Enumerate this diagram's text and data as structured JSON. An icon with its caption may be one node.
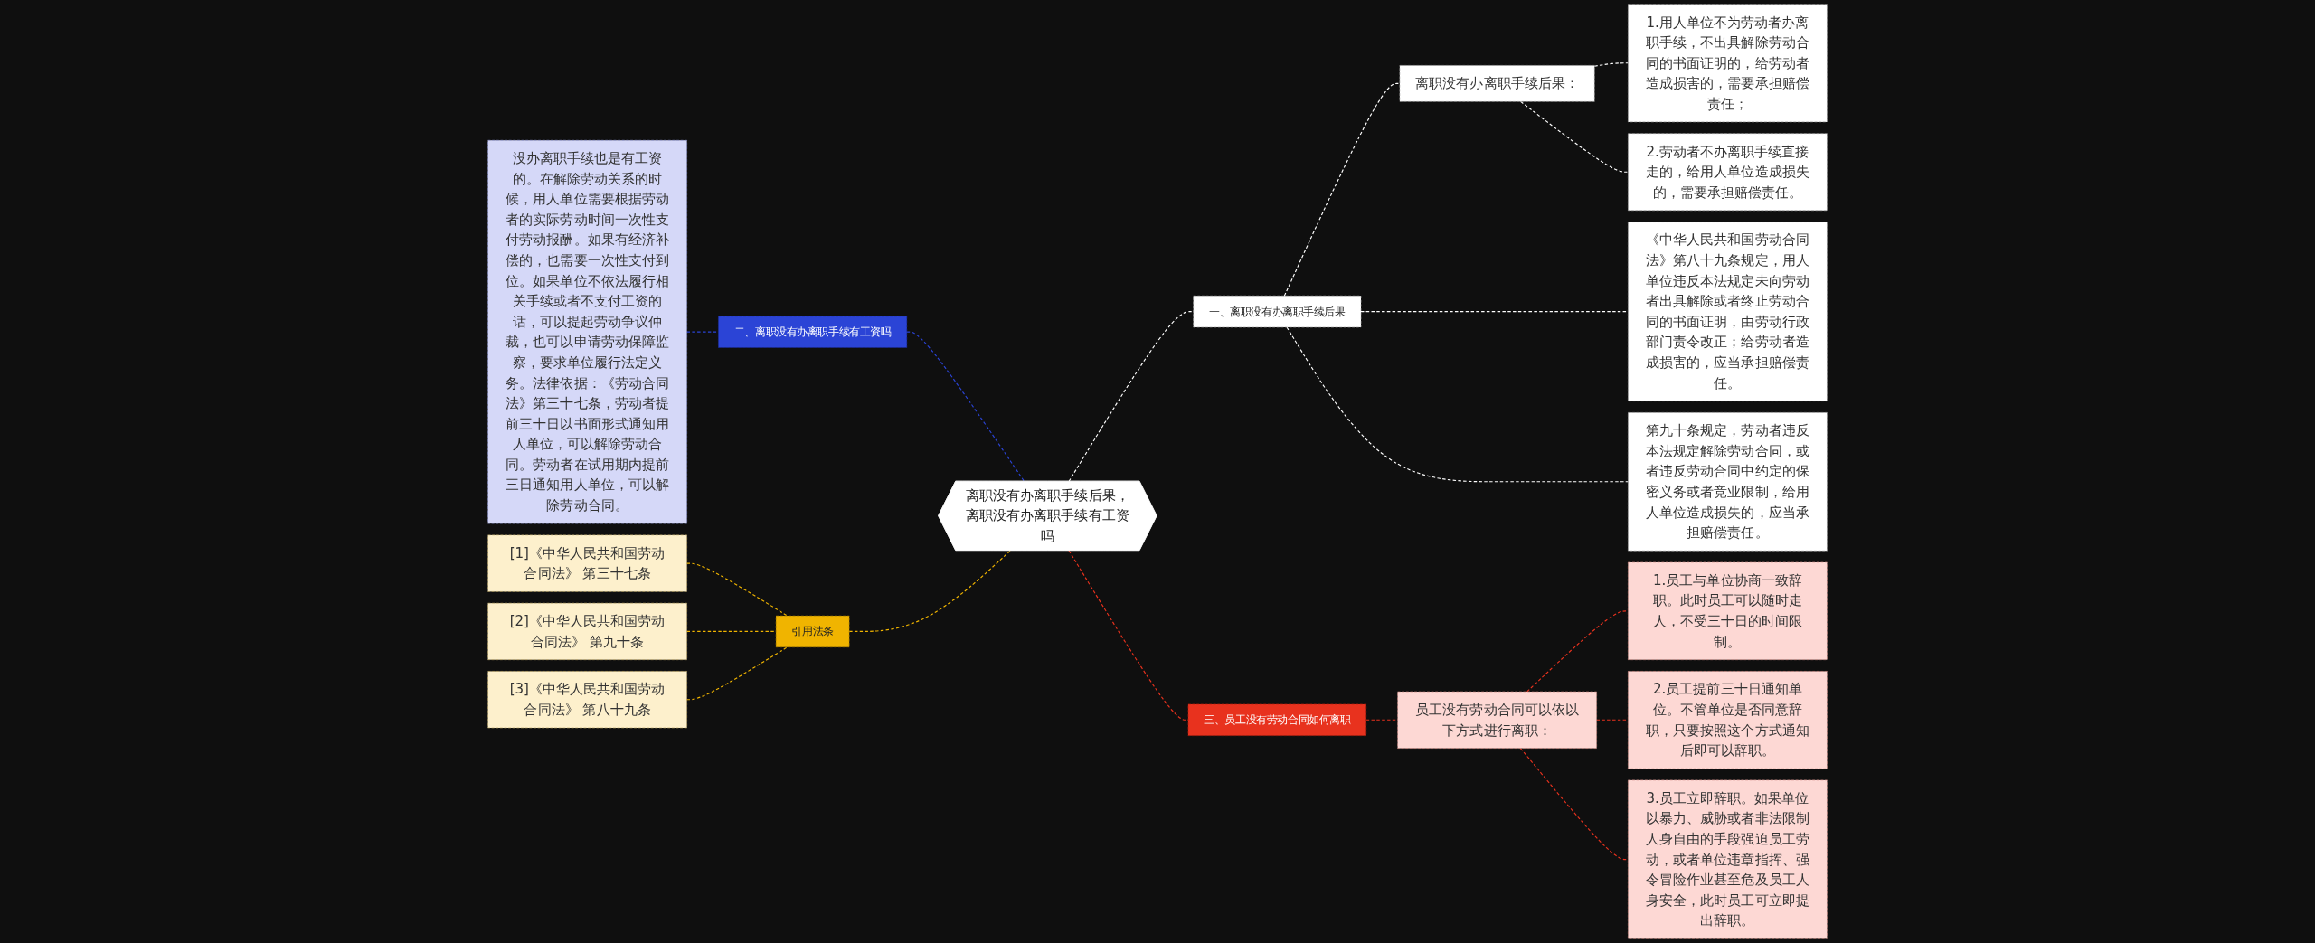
{
  "diagram": {
    "nodes": [
      {
        "text": [
          "离职没有办离职手续后果，离职没有办离职手续有工资吗"
        ]
      },
      {
        "text": [
          "一、离职没有办离职手续后果"
        ]
      },
      {
        "text": [
          "离职没有办离职手续后果："
        ]
      },
      {
        "text": [
          "1.用人单位不为劳动者办离职手续，不出具解除劳动合同的书面证明的，给劳动者造成损害的，需要承担赔偿责任；"
        ]
      },
      {
        "text": [
          "2.劳动者不办离职手续直接走的，给用人单位造成损失的，需要承担赔偿责任。"
        ]
      },
      {
        "text": [
          "《中华人民共和国劳动合同法》第八十九条规定，用人单位违反本法规定未向劳动者出具解除或者终止劳动合同的书面证明，由劳动行政部门责令改正；给劳动者造成损害的，应当承担赔偿责任。"
        ]
      },
      {
        "text": [
          "第九十条规定，劳动者违反本法规定解除劳动合同，或者违反劳动合同中约定的保密义务或者竞业限制，给用人单位造成损失的，应当承担赔偿责任。"
        ]
      },
      {
        "text": [
          "三、员工没有劳动合同如何离职"
        ]
      },
      {
        "text": [
          "员工没有劳动合同可以依以下方式进行离职："
        ]
      },
      {
        "text": [
          "1.员工与单位协商一致辞职。此时员工可以随时走人，不受三十日的时间限制。"
        ]
      },
      {
        "text": [
          "2.员工提前三十日通知单位。不管单位是否同意辞职，只要按照这个方式通知后即可以辞职。"
        ]
      },
      {
        "text": [
          "3.员工立即辞职。如果单位以暴力、威胁或者非法限制人身自由的手段强迫员工劳动，或者单位违章指挥、强令冒险作业甚至危及员工人身安全，此时员工可立即提出辞职。"
        ]
      },
      {
        "text": [
          "二、离职没有办离职手续有工资吗"
        ]
      },
      {
        "text": [
          "没办离职手续也是有工资的。在解除劳动关系的时候，用人单位需要根据劳动者的实际劳动时间一次性支付劳动报酬。如果有经济补偿的，也需要一次性支付到位。如果单位不依法履行相关手续或者不支付工资的话，可以提起劳动争议仲裁，也可以申请劳动保障监察，要求单位履行法定义务。法律依据：《劳动合同法》第三十七条，劳动者提前三十日以书面形式通知用人单位，可以解除劳动合同。劳动者在试用期内提前三日通知用人单位，可以解除劳动合同。"
        ]
      },
      {
        "text": [
          "引用法条"
        ]
      },
      {
        "text": [
          "[1]《中华人民共和国劳动合同法》 第三十七条"
        ]
      },
      {
        "text": [
          "[2]《中华人民共和国劳动合同法》 第九十条"
        ]
      },
      {
        "text": [
          "[3]《中华人民共和国劳动合同法》 第八十九条"
        ]
      }
    ],
    "edges": [
      {
        "from": 0,
        "to": 1,
        "arrow": "none",
        "style": "dashed",
        "color": "#ffffff"
      },
      {
        "from": 1,
        "to": 2,
        "arrow": "none",
        "style": "dashed",
        "color": "#ffffff"
      },
      {
        "from": 2,
        "to": 3,
        "arrow": "none",
        "style": "dashed",
        "color": "#ffffff"
      },
      {
        "from": 2,
        "to": 4,
        "arrow": "none",
        "style": "dashed",
        "color": "#ffffff"
      },
      {
        "from": 1,
        "to": 5,
        "arrow": "none",
        "style": "dashed",
        "color": "#ffffff"
      },
      {
        "from": 1,
        "to": 6,
        "arrow": "none",
        "style": "dashed",
        "color": "#ffffff"
      },
      {
        "from": 0,
        "to": 7,
        "arrow": "none",
        "style": "dashed",
        "color": "#e8321e"
      },
      {
        "from": 7,
        "to": 8,
        "arrow": "none",
        "style": "dashed",
        "color": "#e8321e"
      },
      {
        "from": 8,
        "to": 9,
        "arrow": "none",
        "style": "dashed",
        "color": "#e8321e"
      },
      {
        "from": 8,
        "to": 10,
        "arrow": "none",
        "style": "dashed",
        "color": "#e8321e"
      },
      {
        "from": 8,
        "to": 11,
        "arrow": "none",
        "style": "dashed",
        "color": "#e8321e"
      },
      {
        "from": 0,
        "to": 12,
        "arrow": "none",
        "style": "dashed",
        "color": "#2b44d6"
      },
      {
        "from": 12,
        "to": 13,
        "arrow": "none",
        "style": "dashed",
        "color": "#2b44d6"
      },
      {
        "from": 0,
        "to": 14,
        "arrow": "none",
        "style": "dashed",
        "color": "#f0b400"
      },
      {
        "from": 14,
        "to": 15,
        "arrow": "none",
        "style": "dashed",
        "color": "#f0b400"
      },
      {
        "from": 14,
        "to": 16,
        "arrow": "none",
        "style": "dashed",
        "color": "#f0b400"
      },
      {
        "from": 14,
        "to": 17,
        "arrow": "none",
        "style": "dashed",
        "color": "#f0b400"
      }
    ]
  }
}
